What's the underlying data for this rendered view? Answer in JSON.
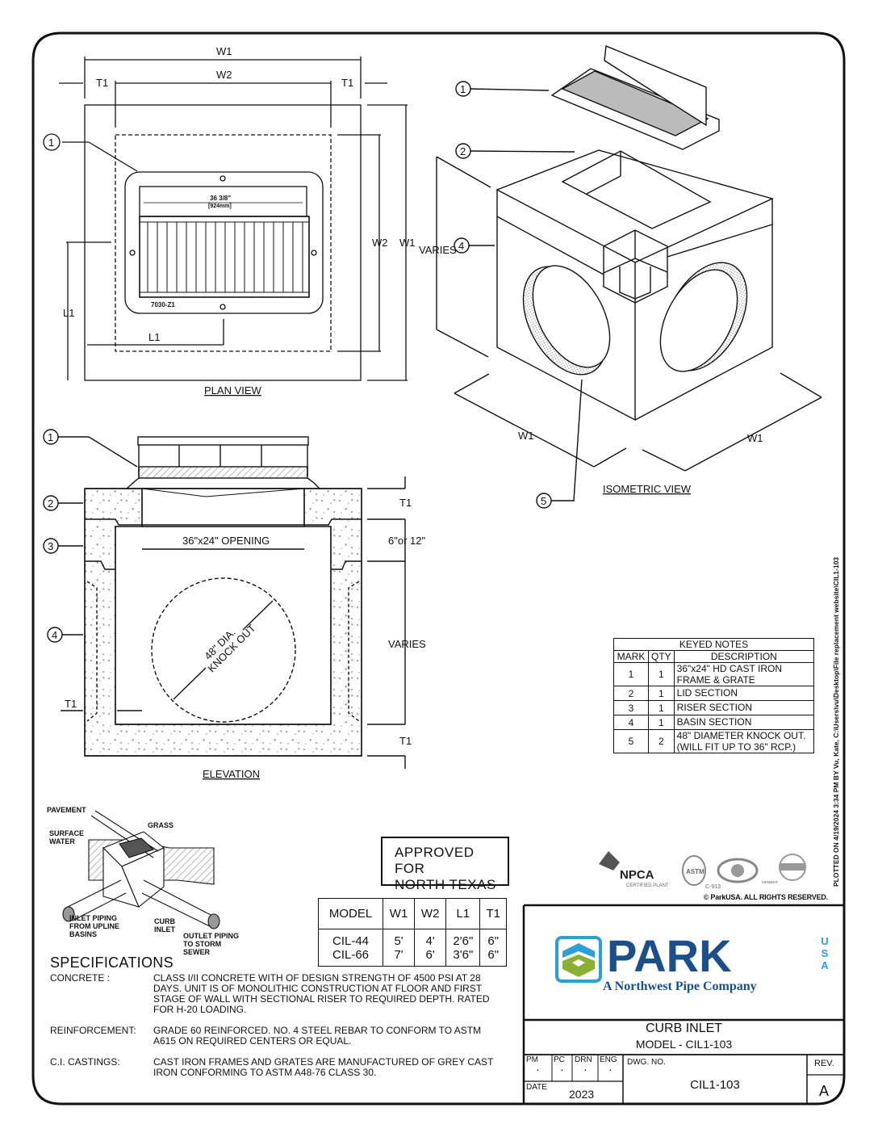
{
  "plan_view": {
    "title": "PLAN VIEW",
    "dims": {
      "w1": "W1",
      "w2": "W2",
      "t1": "T1",
      "l1": "L1"
    },
    "grate_dim": "36 3/8\"",
    "grate_dim_mm": "[924mm]",
    "grate_model": "7030-Z1",
    "callout": "1"
  },
  "isometric_view": {
    "title": "ISOMETRIC VIEW",
    "varies": "VARIES",
    "w1": "W1",
    "callouts": [
      "1",
      "2",
      "4",
      "5"
    ]
  },
  "elevation": {
    "title": "ELEVATION",
    "opening": "36\"x24\" OPENING",
    "t1": "T1",
    "riser_height": "6\"or 12\"",
    "varies": "VARIES",
    "knockout_line1": "48\" DIA.",
    "knockout_line2": "KNOCK OUT",
    "callouts": [
      "1",
      "2",
      "3",
      "4"
    ]
  },
  "keyed_notes": {
    "title": "KEYED NOTES",
    "headers": [
      "MARK",
      "QTY",
      "DESCRIPTION"
    ],
    "rows": [
      {
        "mark": "1",
        "qty": "1",
        "desc1": "36\"x24\" HD CAST IRON",
        "desc2": "FRAME & GRATE"
      },
      {
        "mark": "2",
        "qty": "1",
        "desc1": "LID SECTION",
        "desc2": ""
      },
      {
        "mark": "3",
        "qty": "1",
        "desc1": "RISER SECTION",
        "desc2": ""
      },
      {
        "mark": "4",
        "qty": "1",
        "desc1": "BASIN SECTION",
        "desc2": ""
      },
      {
        "mark": "5",
        "qty": "2",
        "desc1": "48\" DIAMETER KNOCK OUT.",
        "desc2": "(WILL FIT UP TO 36\" RCP.)"
      }
    ]
  },
  "context_diagram": {
    "pavement": "PAVEMENT",
    "grass": "GRASS",
    "surface_water_1": "SURFACE",
    "surface_water_2": "WATER",
    "inlet_1": "INLET PIPING",
    "inlet_2": "FROM UPLINE",
    "inlet_3": "BASINS",
    "curb_1": "CURB",
    "curb_2": "INLET",
    "outlet_1": "OUTLET PIPING",
    "outlet_2": "TO STORM",
    "outlet_3": "SEWER"
  },
  "approved": {
    "line1": "APPROVED FOR",
    "line2": "NORTH TEXAS"
  },
  "model_table": {
    "headers": [
      "MODEL",
      "W1",
      "W2",
      "L1",
      "T1"
    ],
    "rows": [
      [
        "CIL-44",
        "5'",
        "4'",
        "2'6\"",
        "6\""
      ],
      [
        "CIL-66",
        "7'",
        "6'",
        "3'6\"",
        "6\""
      ]
    ]
  },
  "specifications": {
    "title": "SPECIFICATIONS",
    "items": [
      {
        "key": "CONCRETE :",
        "value": "CLASS I/II CONCRETE WITH OF DESIGN STRENGTH OF 4500 PSI AT 28 DAYS.  UNIT IS OF MONOLITHIC CONSTRUCTION AT FLOOR AND FIRST STAGE OF WALL WITH SECTIONAL RISER TO REQUIRED DEPTH. RATED FOR H-20 LOADING."
      },
      {
        "key": "REINFORCEMENT:",
        "value": "GRADE 60 REINFORCED.  NO. 4 STEEL REBAR TO CONFORM TO ASTM A615 ON REQUIRED CENTERS OR EQUAL."
      },
      {
        "key": "C.I. CASTINGS:",
        "value": "CAST IRON FRAMES AND GRATES ARE MANUFACTURED  OF GREY CAST IRON CONFORMING TO ASTM A48-76 CLASS 30."
      }
    ]
  },
  "certifications": {
    "npca": "NPCA",
    "npca_sub": "CERTIFIED PLANT",
    "astm": "ASTM",
    "astm_sub": "C-913",
    "member": "MEMBER",
    "copyright": "© ParkUSA. ALL RIGHTS RESERVED."
  },
  "plotted_note": "PLOTTED ON 4/19/2024 3:34 PM BY Vu, Kate, C:\\Users\\vu\\Desktop\\File replacement website\\CIL1-103",
  "title_block": {
    "brand": "PARK",
    "brand_usa": "USA",
    "tagline": "A Northwest Pipe Company",
    "drawing_title": "CURB INLET",
    "model_line": "MODEL - CIL1-103",
    "pm_label": "PM",
    "pm_value": ".",
    "pc_label": "PC",
    "pc_value": ".",
    "drn_label": "DRN",
    "drn_value": ".",
    "eng_label": "ENG",
    "eng_value": ".",
    "date_label": "DATE",
    "date_value": "2023",
    "dwg_label": "DWG. NO.",
    "dwg_value": "CIL1-103",
    "rev_label": "REV.",
    "rev_value": "A",
    "colors": {
      "brand_blue": "#1b4f8a",
      "logo_cyan": "#2a9fd8",
      "logo_green": "#8bb031"
    }
  }
}
